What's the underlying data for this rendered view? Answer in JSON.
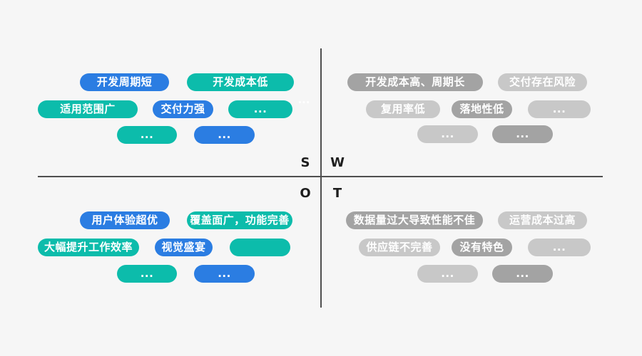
{
  "diagram": {
    "type": "swot-quadrant",
    "background": "#f6f6f6",
    "axis_color": "#4f4f4f"
  },
  "colors": {
    "blue": "#2b7de2",
    "teal": "#0cbcab",
    "gray_dark": "#a3a3a3",
    "gray_light": "#c8c8c8",
    "background": "#f6f6f6",
    "axis_line": "#4f4f4f",
    "pill_text": "#ffffff",
    "letter_text": "#1e1e1e"
  },
  "quadrants": {
    "strengths": {
      "letter": "S",
      "pills": [
        {
          "label": "开发周期短",
          "variant": "blue"
        },
        {
          "label": "开发成本低",
          "variant": "teal"
        },
        {
          "label": "适用范围广",
          "variant": "teal"
        },
        {
          "label": "交付力强",
          "variant": "blue"
        },
        {
          "label": "...",
          "variant": "teal"
        },
        {
          "label": "...",
          "variant": "teal"
        },
        {
          "label": "...",
          "variant": "blue"
        }
      ]
    },
    "weaknesses": {
      "letter": "W",
      "pills": [
        {
          "label": "开发成本高、周期长",
          "variant": "gray-dark"
        },
        {
          "label": "交付存在风险",
          "variant": "gray-light"
        },
        {
          "label": "复用率低",
          "variant": "gray-light"
        },
        {
          "label": "落地性低",
          "variant": "gray-dark"
        },
        {
          "label": "...",
          "variant": "gray-light"
        },
        {
          "label": "...",
          "variant": "gray-light"
        },
        {
          "label": "...",
          "variant": "gray-dark"
        }
      ]
    },
    "opportunities": {
      "letter": "O",
      "pills": [
        {
          "label": "用户体验超优",
          "variant": "blue"
        },
        {
          "label": "覆盖面广，功能完善",
          "variant": "teal"
        },
        {
          "label": "大幅提升工作效率",
          "variant": "teal"
        },
        {
          "label": "视觉盛宴",
          "variant": "blue"
        },
        {
          "label": "",
          "variant": "teal"
        },
        {
          "label": "...",
          "variant": "teal"
        },
        {
          "label": "...",
          "variant": "blue"
        }
      ]
    },
    "threats": {
      "letter": "T",
      "pills": [
        {
          "label": "数据量过大导致性能不佳",
          "variant": "gray-dark"
        },
        {
          "label": "运营成本过高",
          "variant": "gray-light"
        },
        {
          "label": "供应链不完善",
          "variant": "gray-light"
        },
        {
          "label": "没有特色",
          "variant": "gray-dark"
        },
        {
          "label": "...",
          "variant": "gray-light"
        },
        {
          "label": "...",
          "variant": "gray-light"
        },
        {
          "label": "...",
          "variant": "gray-dark"
        }
      ]
    }
  },
  "stray_ellipsis": "..."
}
